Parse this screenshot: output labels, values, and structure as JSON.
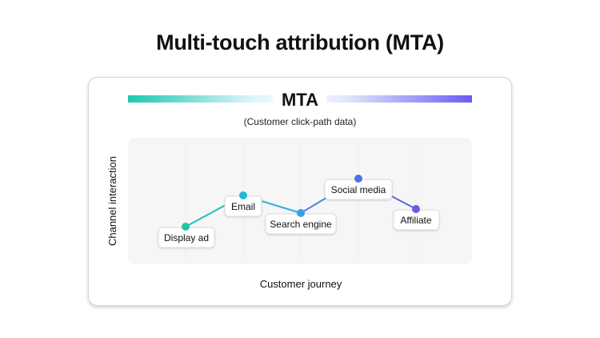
{
  "title": "Multi-touch attribution (MTA)",
  "card": {
    "heading": "MTA",
    "subheading": "(Customer click-path data)",
    "y_axis_label": "Channel interaction",
    "x_axis_label": "Customer journey"
  },
  "touchpoints": [
    {
      "label": "Display ad",
      "color": "#1fc7a5"
    },
    {
      "label": "Email",
      "color": "#1fb9d6"
    },
    {
      "label": "Search engine",
      "color": "#3a9be6"
    },
    {
      "label": "Social media",
      "color": "#4a72ee"
    },
    {
      "label": "Affiliate",
      "color": "#6b58ea"
    }
  ],
  "colors": {
    "gradient_start": "#1cc8b0",
    "gradient_end": "#6a5cf2",
    "plot_background": "#f6f6f6"
  }
}
